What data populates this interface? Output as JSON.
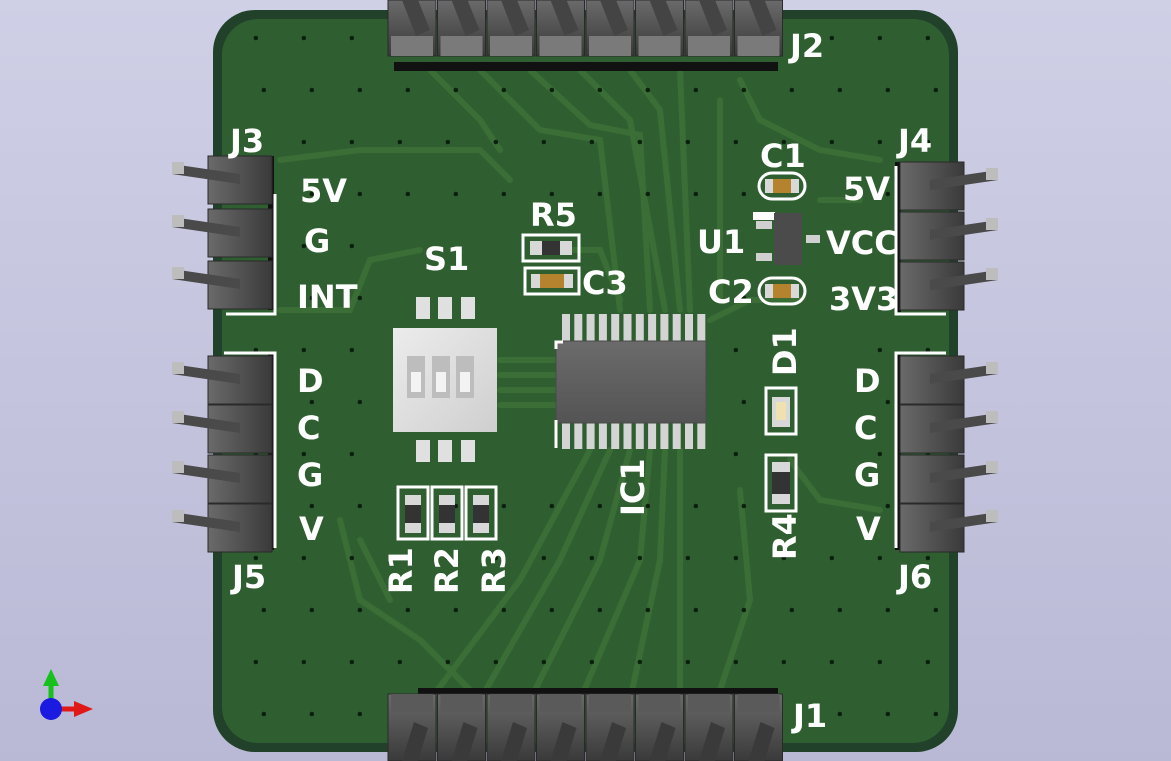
{
  "viewer": {
    "title": "PCB 3D Viewer",
    "axis_icon": "xyz-axes-icon",
    "colors": {
      "background_top": "#cfcfe6",
      "board_edge": "#21412a",
      "board_fill": "#2f5f30",
      "copper_trace": "#3a6e36",
      "silkscreen": "#ffffff",
      "header_plastic": "#4a4a4a",
      "pin_metal": "#bdbdbd",
      "chip_body": "#5e5e5e",
      "capacitor_body": "#b5822d"
    }
  },
  "board": {
    "connectors": {
      "j1": "J1",
      "j2": "J2",
      "j3": "J3",
      "j4": "J4",
      "j5": "J5",
      "j6": "J6"
    },
    "components": {
      "s1": "S1",
      "r1": "R1",
      "r2": "R2",
      "r3": "R3",
      "r4": "R4",
      "r5": "R5",
      "c1": "C1",
      "c2": "C2",
      "c3": "C3",
      "u1": "U1",
      "d1": "D1",
      "ic1": "IC1"
    },
    "pin_labels": {
      "j3": [
        "5V",
        "G",
        "INT"
      ],
      "j4": [
        "5V",
        "VCC",
        "3V3"
      ],
      "j5": [
        "D",
        "C",
        "G",
        "V"
      ],
      "j6": [
        "D",
        "C",
        "G",
        "V"
      ]
    }
  }
}
